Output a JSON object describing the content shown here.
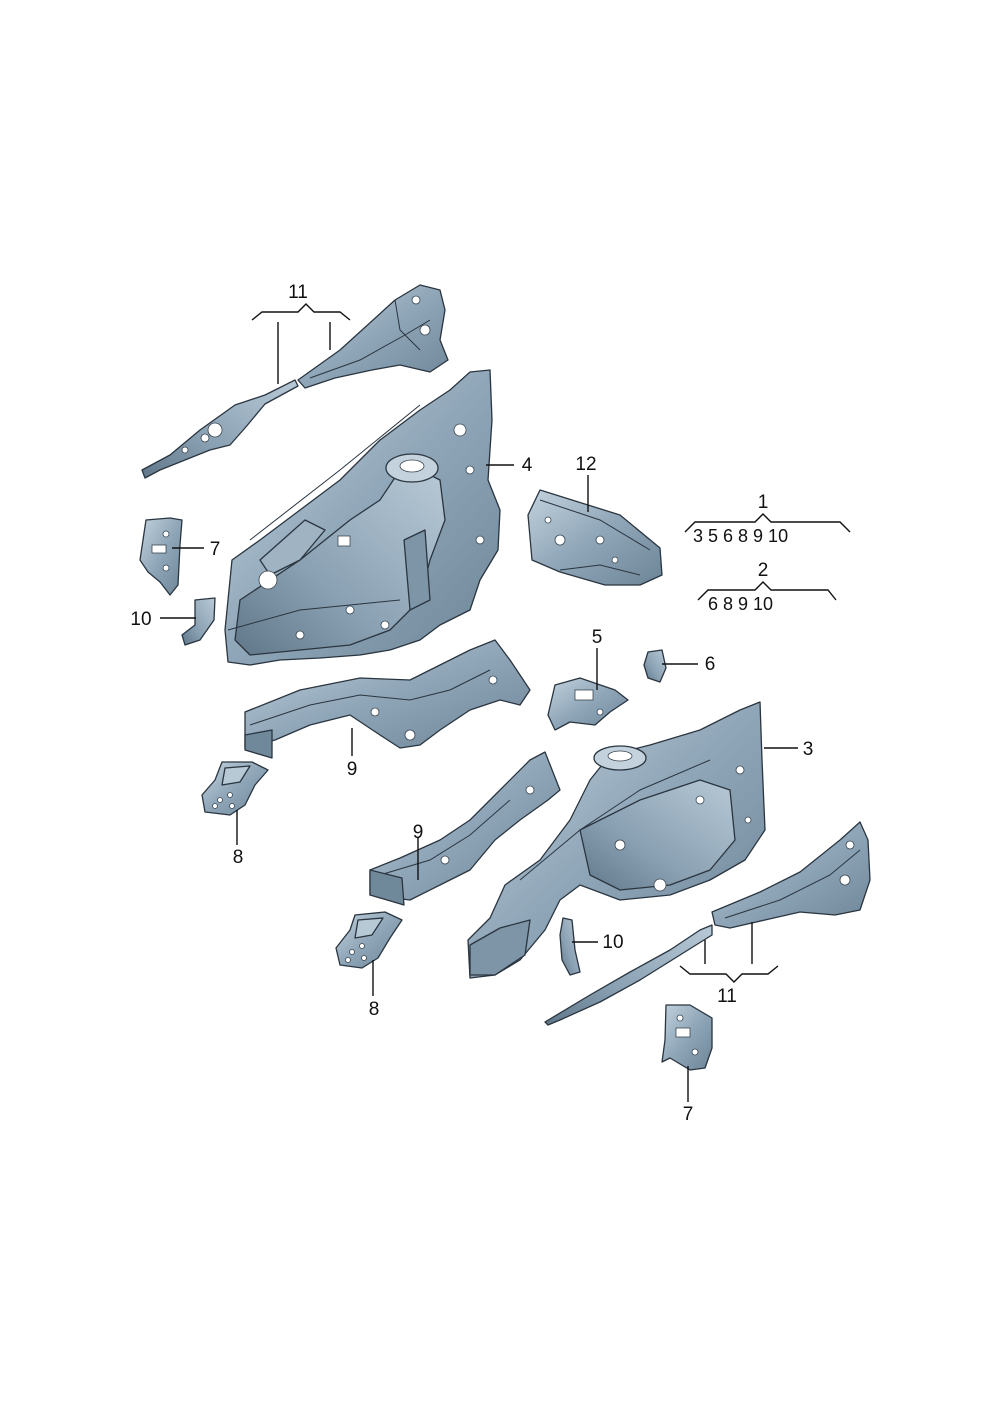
{
  "diagram": {
    "colors": {
      "part_fill": "#8fa6b8",
      "part_light": "#b8c9d6",
      "part_dark": "#5f7788",
      "ink": "#111111"
    },
    "callouts": {
      "c11_top": "11",
      "c4": "4",
      "c12": "12",
      "c7_top": "7",
      "c10_left": "10",
      "c5": "5",
      "c6": "6",
      "c9_upper": "9",
      "c3": "3",
      "c8_upper": "8",
      "c9_lower": "9",
      "c10_mid": "10",
      "c11_bottom": "11",
      "c8_lower": "8",
      "c7_bottom": "7"
    },
    "groups": [
      {
        "label": "1",
        "members": "3 5 6 8 9 10"
      },
      {
        "label": "2",
        "members": "6 8 9 10"
      }
    ]
  }
}
